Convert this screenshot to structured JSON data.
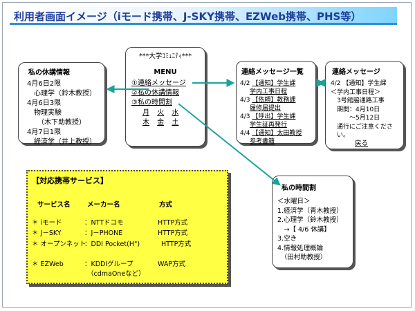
{
  "title": "利用者画面イメージ（iモード携帯、J-SKY携帯、EZWeb携帯、PHS等）",
  "kyuko": {
    "heading": "私の休講情報",
    "lines": [
      "4月6日2限",
      "　心理学（鈴木教授）",
      "4月6日3限",
      "　物理実験",
      "　　（木下助教授）",
      "4月7日1限",
      "　経済学（井上教授）"
    ]
  },
  "menu": {
    "community": "***大学ｺﾐｭﾆﾃｨ***",
    "heading": "MENU",
    "items": [
      "①連絡メッセージ",
      "②私の休講情報",
      "③私の時間割"
    ],
    "days_row1": [
      "月",
      "火",
      "水"
    ],
    "days_row2": [
      "木",
      "金",
      "土"
    ]
  },
  "message_list": {
    "heading": "連絡メッセージ一覧",
    "items": [
      {
        "prefix": "4/2",
        "title": "【通知】学生課",
        "sub": "学内工事日程"
      },
      {
        "prefix": "4/3",
        "title": "【依頼】教務課",
        "sub": "履修届提出"
      },
      {
        "prefix": "4/3",
        "title": "【呼出】学生課",
        "sub": "学生証再発行"
      },
      {
        "prefix": "4/4",
        "title": "【通知】太田教授",
        "sub": "参考書籍"
      }
    ]
  },
  "message_detail": {
    "heading": "連絡メッセージ",
    "lines": [
      "4/2 【通知】学生課",
      "＜学内工事日程＞",
      "　3号館脇通路工事",
      "　期間：4月10日",
      "　　　～5月12日",
      "　通行にご注意くださ",
      "　い。"
    ],
    "back": "戻る"
  },
  "schedule": {
    "heading": "私の時間割",
    "lines": [
      "＜水曜日＞",
      "1.経済学（青木教授）",
      "2.心理学（鈴木教授）",
      "　→【 4/6 休講】",
      "3.空き",
      "4.情報処理概論",
      "　（田村助教授）"
    ]
  },
  "services": {
    "heading": "【対応携帯サービス】",
    "headers": [
      "サービス名",
      "メーカー名",
      "方式"
    ],
    "rows": [
      {
        "name": "＊ iモード",
        "maker": "：NTTドコモ",
        "method": "HTTP方式"
      },
      {
        "name": "＊ J－SKY",
        "maker": "：J－PHONE",
        "method": "HTTP方式"
      },
      {
        "name": "＊ オープンネット",
        "maker": "：DDI Pocket(H\")",
        "method": "HTTP方式"
      },
      {
        "name": "＊ EZWeb",
        "maker": "：KDDIグループ",
        "method": "WAP方式",
        "maker_note": "（cdmaOneなど）"
      }
    ]
  },
  "colors": {
    "arrow": "#1aa39a",
    "title": "#1f3d99",
    "yellow": "#ffff44",
    "title_rule": "#2d8fd6"
  }
}
